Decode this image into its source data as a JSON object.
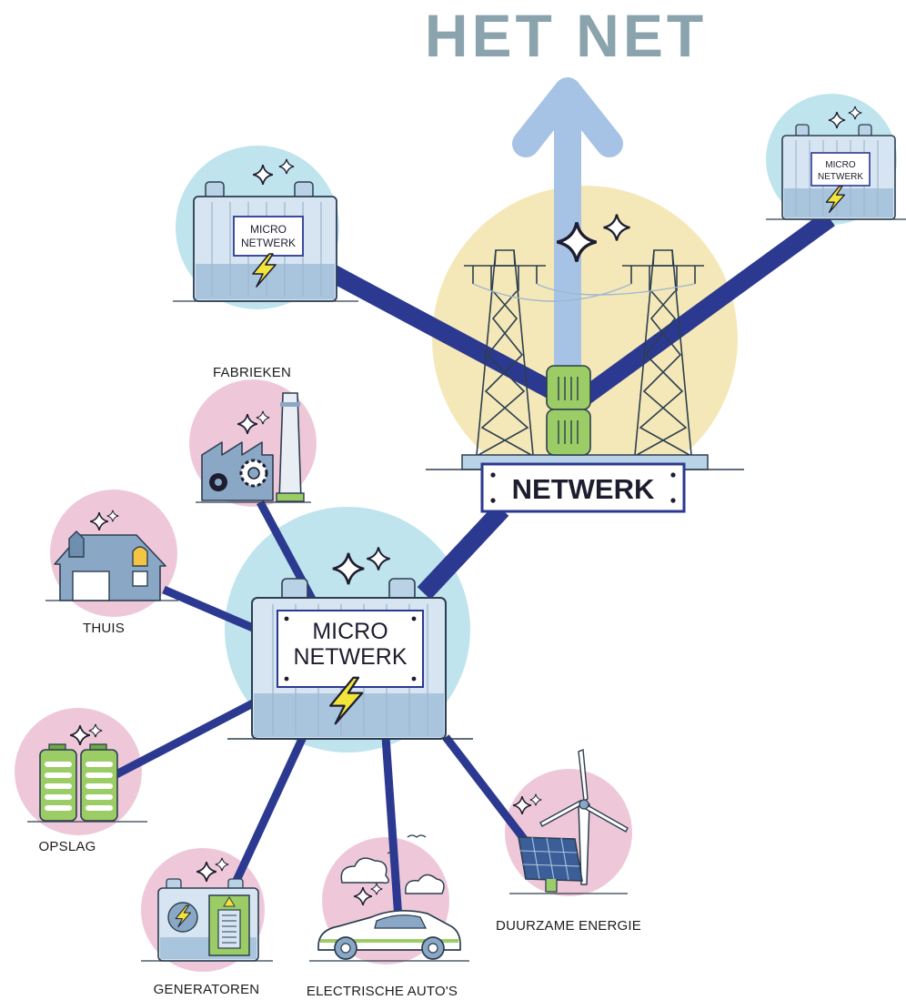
{
  "title": "HET NET",
  "hub": {
    "label": "NETWERK"
  },
  "center": {
    "label_line1": "MICRO",
    "label_line2": "NETWERK"
  },
  "remote_microgrids": [
    {
      "line1": "MICRO",
      "line2": "NETWERK"
    },
    {
      "line1": "MICRO",
      "line2": "NETWERK"
    }
  ],
  "nodes": {
    "factories": "FABRIEKEN",
    "home": "THUIS",
    "storage": "OPSLAG",
    "generators": "GENERATOREN",
    "electric_cars": "ELECTRISCHE AUTO'S",
    "renewable": "DUURZAME ENERGIE"
  },
  "colors": {
    "title": "#8aa3ad",
    "arrow": "#a6c3e6",
    "connection": "#2b3990",
    "micro_circle": "#bfe4ee",
    "node_circle": "#eec8d9",
    "hub_circle": "#f5e8b8",
    "green_core": "#9ccc65"
  }
}
